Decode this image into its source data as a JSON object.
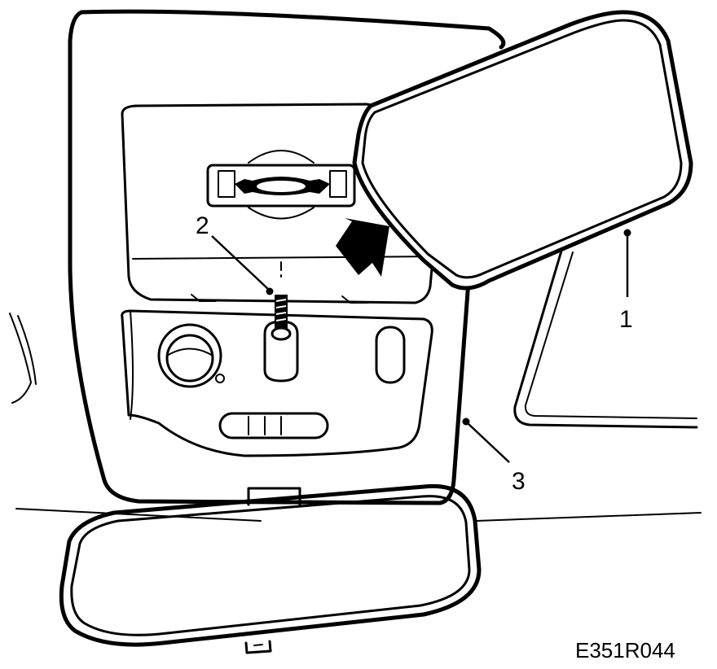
{
  "diagram": {
    "callouts": [
      {
        "id": "1",
        "label": "1"
      },
      {
        "id": "2",
        "label": "2"
      },
      {
        "id": "3",
        "label": "3"
      }
    ],
    "figure_code": "E351R044",
    "colors": {
      "ink": "#000000",
      "paper": "#ffffff"
    }
  }
}
